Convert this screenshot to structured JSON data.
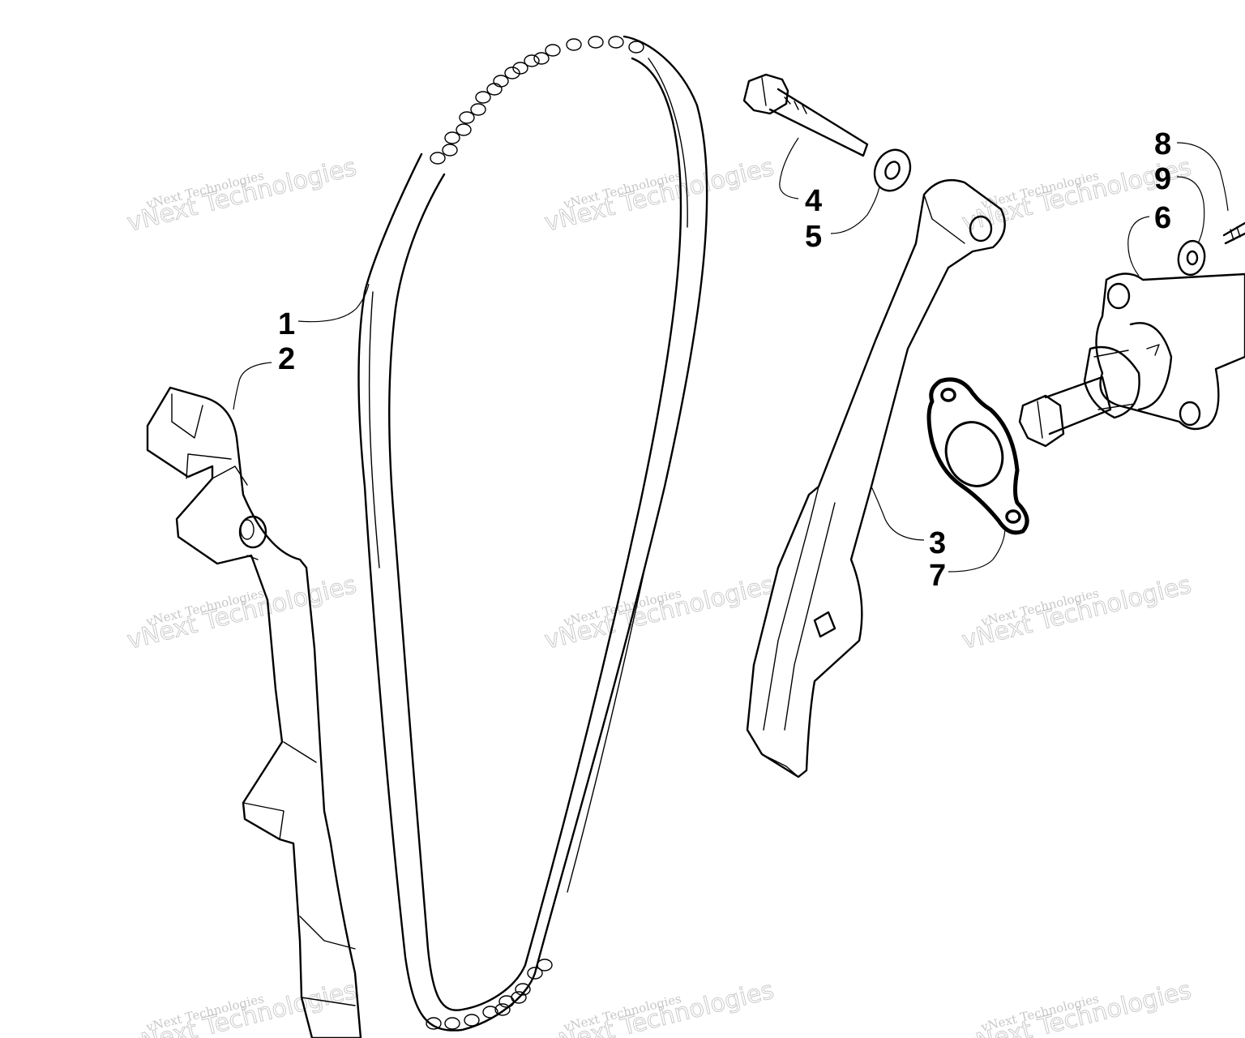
{
  "diagram": {
    "callouts": [
      "1",
      "2",
      "3",
      "4",
      "5",
      "6",
      "7",
      "8",
      "9"
    ],
    "watermark": {
      "large": "vNext Technologies",
      "small": "vNext Technologies"
    },
    "colors": {
      "line": "#000000",
      "watermark": "#9a9a9a",
      "background": "#ffffff"
    }
  }
}
